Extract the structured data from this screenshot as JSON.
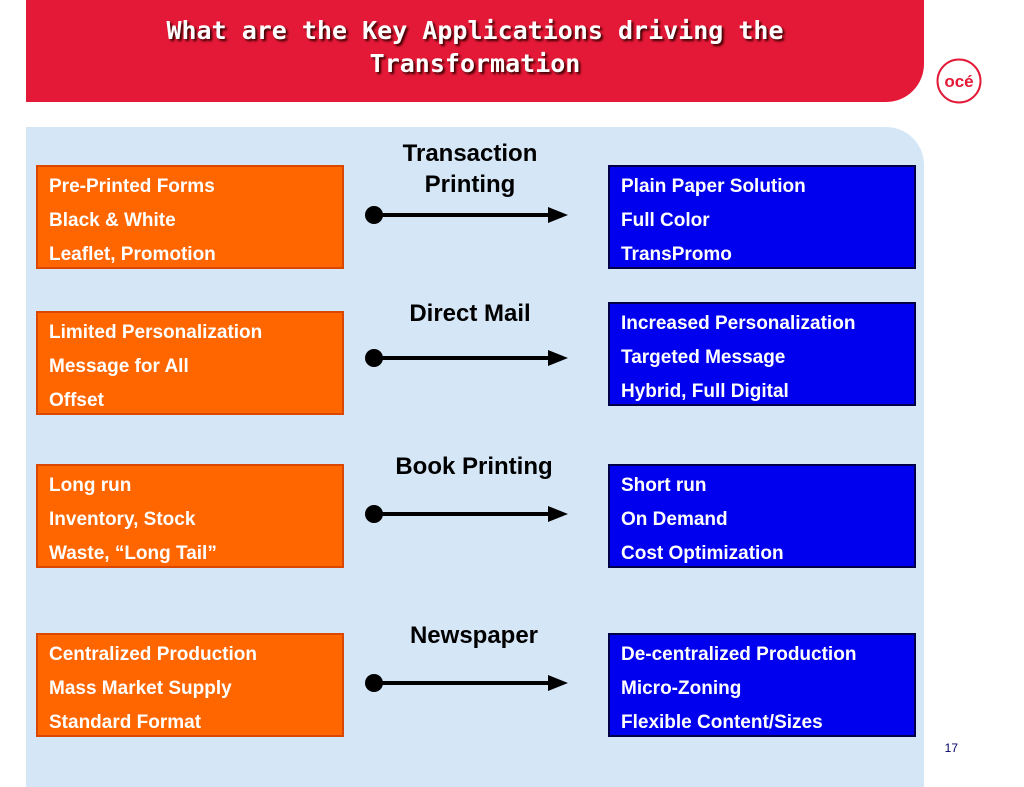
{
  "slide": {
    "title_line1": "What are the Key Applications driving the",
    "title_line2": "Transformation",
    "logo_text": "océ",
    "page_number": "17"
  },
  "rows": [
    {
      "label_line1": "Transaction",
      "label_line2": "Printing",
      "left": [
        "Pre-Printed Forms",
        "Black & White",
        "Leaflet, Promotion"
      ],
      "right": [
        "Plain Paper Solution",
        "Full Color",
        "TransPromo"
      ]
    },
    {
      "label_line1": "Direct Mail",
      "label_line2": "",
      "left": [
        "Limited Personalization",
        "Message for All",
        "Offset"
      ],
      "right": [
        "Increased Personalization",
        "Targeted Message",
        "Hybrid, Full Digital"
      ]
    },
    {
      "label_line1": "Book Printing",
      "label_line2": "",
      "left": [
        "Long run",
        "Inventory, Stock",
        "Waste, “Long Tail”"
      ],
      "right": [
        "Short run",
        "On Demand",
        "Cost Optimization"
      ]
    },
    {
      "label_line1": "Newspaper",
      "label_line2": "",
      "left": [
        "Centralized Production",
        "Mass Market Supply",
        "Standard Format"
      ],
      "right": [
        "De-centralized Production",
        "Micro-Zoning",
        "Flexible Content/Sizes"
      ]
    }
  ],
  "colors": {
    "title_banner": "#e31937",
    "panel": "#d5e6f7",
    "left_box": "#ff6600",
    "right_box": "#0000ee"
  },
  "icons": {
    "logo": "oce-logo",
    "connector": "dot-arrow-icon"
  }
}
